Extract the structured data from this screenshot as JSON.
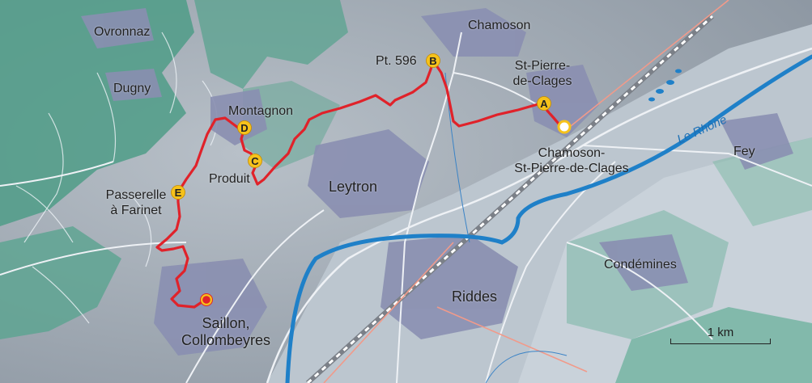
{
  "map": {
    "places": {
      "ovronnaz": "Ovronnaz",
      "dugny": "Dugny",
      "chamoson": "Chamoson",
      "st_pierre_line1": "St-Pierre-",
      "st_pierre_line2": "de-Clages",
      "montagnon": "Montagnon",
      "produit": "Produit",
      "leytron": "Leytron",
      "passerelle_line1": "Passerelle",
      "passerelle_line2": "à Farinet",
      "station_line1": "Chamoson-",
      "station_line2": "St-Pierre-de-Clages",
      "fey": "Fey",
      "condemines": "Condémines",
      "riddes": "Riddes",
      "saillon_line1": "Saillon,",
      "saillon_line2": "Collombeyres",
      "pt596": "Pt. 596"
    },
    "river_label": "Le Rhône",
    "waypoints": {
      "a": "A",
      "b": "B",
      "c": "C",
      "d": "D",
      "e": "E"
    },
    "scale_label": "1 km",
    "colors": {
      "route": "#e0222a",
      "waypoint_fill": "#f6c21b",
      "river": "#1f80c8",
      "forest": "#4e9b86",
      "settlement": "#8b8fb0",
      "road": "#eef1f5"
    },
    "icons": {
      "start": "red-dot-start-marker",
      "end": "yellow-ring-station-marker"
    }
  }
}
